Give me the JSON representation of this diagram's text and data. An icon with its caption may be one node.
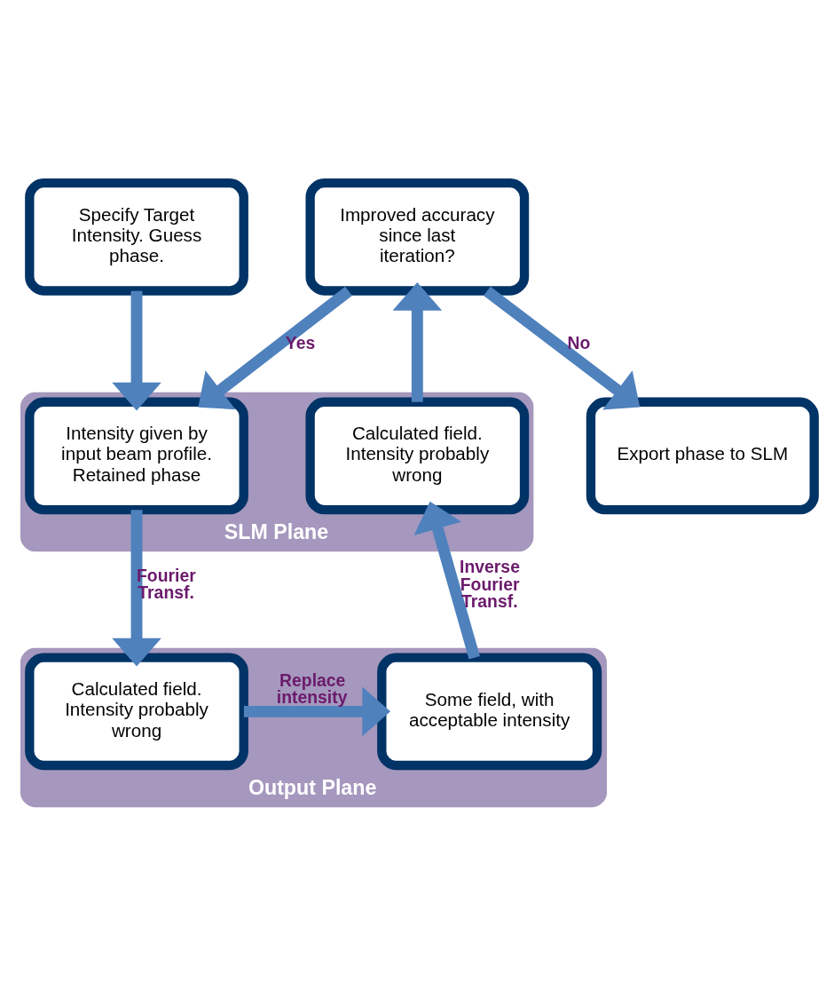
{
  "diagram": {
    "nodes": [
      {
        "text": [
          "Specify Target Intensity. Guess phase."
        ]
      },
      {
        "text": [
          "Export phase to SLM"
        ]
      },
      {
        "text": [
          "Improved accuracy since last iteration?"
        ]
      },
      {
        "text": [
          "SLM Plane"
        ]
      },
      {
        "text": [
          "Intensity given by input beam profile. Retained phase"
        ],
        "in": 3
      },
      {
        "text": [
          "Calculated field. Intensity probably wrong"
        ],
        "in": 3
      },
      {
        "text": [
          "Output Plane"
        ]
      },
      {
        "text": [
          "Calculated field. Intensity probably wrong"
        ],
        "in": 6
      },
      {
        "text": [
          "Some field, with acceptable intensity"
        ],
        "in": 6
      }
    ],
    "edges": [
      {
        "from": 2,
        "to": 1,
        "arrow": "to",
        "label": "No"
      },
      {
        "from": 0,
        "to": 4,
        "arrow": "to"
      },
      {
        "from": 2,
        "to": 4,
        "arrow": "to",
        "label": "Yes"
      },
      {
        "from": 4,
        "to": 7,
        "arrow": "to",
        "label": "Fourier Transf."
      },
      {
        "from": 7,
        "to": 8,
        "arrow": "to",
        "label": "Replace intensity"
      },
      {
        "from": 8,
        "to": 5,
        "arrow": "to",
        "label": "Inverse Fourier Transf."
      },
      {
        "from": 5,
        "to": 2,
        "arrow": "to"
      }
    ]
  }
}
